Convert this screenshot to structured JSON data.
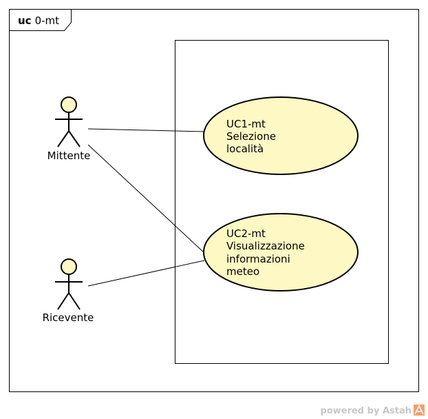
{
  "frame": {
    "keyword": "uc",
    "name": "0-mt"
  },
  "actors": [
    {
      "id": "mittente",
      "label": "Mittente"
    },
    {
      "id": "ricevente",
      "label": "Ricevente"
    }
  ],
  "use_cases": [
    {
      "id": "uc1",
      "lines": [
        "UC1-mt",
        "Selezione",
        "località"
      ]
    },
    {
      "id": "uc2",
      "lines": [
        "UC2-mt",
        "Visualizzazione",
        "informazioni",
        "meteo"
      ]
    }
  ],
  "associations": [
    {
      "from": "mittente",
      "to": "uc1"
    },
    {
      "from": "mittente",
      "to": "uc2"
    },
    {
      "from": "ricevente",
      "to": "uc2"
    }
  ],
  "watermark": {
    "text": "powered by Astah"
  },
  "colors": {
    "use_case_fill": "#fdf8c4",
    "actor_head_fill": "#fdf8c4",
    "stroke": "#000000",
    "watermark": "#c8c8c8",
    "watermark_logo": "#f0a070"
  }
}
